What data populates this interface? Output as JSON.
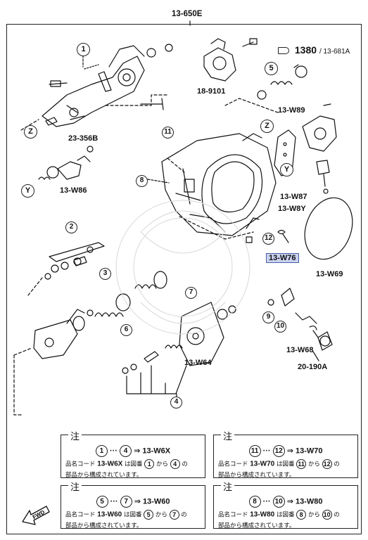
{
  "header": {
    "main_part": "13-650E"
  },
  "ref": {
    "icon": "hose-clamp-icon",
    "number": "1380",
    "sub": "/ 13-681A"
  },
  "part_labels": {
    "p18_9101": "18-9101",
    "p23_356b": "23-356B",
    "p13_w86": "13-W86",
    "p13_w89": "13-W89",
    "p13_w87": "13-W87",
    "p13_w8y": "13-W8Y",
    "p13_w76": "13-W76",
    "p13_w69": "13-W69",
    "p13_w64": "13-W64",
    "p13_w68": "13-W68",
    "p20_190a": "20-190A"
  },
  "callouts": {
    "c1": "1",
    "c2": "2",
    "c3": "3",
    "c4": "4",
    "c5": "5",
    "c6": "6",
    "c7": "7",
    "c8": "8",
    "c9": "9",
    "c10": "10",
    "c11": "11",
    "c12": "12",
    "z1": "Z",
    "z2": "Z",
    "y1": "Y",
    "y2": "Y"
  },
  "notes": [
    {
      "title": "注",
      "from": "1",
      "to": "4",
      "code": "13-W6X",
      "line2_a": "品名コード",
      "line2_b": "は図番",
      "line2_c": "から",
      "line2_d": "の",
      "line3": "部品から構成されています。",
      "dots": "···",
      "arrow": "⇒"
    },
    {
      "title": "注",
      "from": "11",
      "to": "12",
      "code": "13-W70",
      "line2_a": "品名コード",
      "line2_b": "は図番",
      "line2_c": "から",
      "line2_d": "の",
      "line3": "部品から構成されています。",
      "dots": "···",
      "arrow": "⇒"
    },
    {
      "title": "注",
      "from": "5",
      "to": "7",
      "code": "13-W60",
      "line2_a": "品名コード",
      "line2_b": "は図番",
      "line2_c": "から",
      "line2_d": "の",
      "line3": "部品から構成されています。",
      "dots": "···",
      "arrow": "⇒"
    },
    {
      "title": "注",
      "from": "8",
      "to": "10",
      "code": "13-W80",
      "line2_a": "品名コード",
      "line2_b": "は図番",
      "line2_c": "から",
      "line2_d": "の",
      "line3": "部品から構成されています。",
      "dots": "···",
      "arrow": "⇒"
    }
  ],
  "fwd": {
    "label": "FWD",
    "icon": "fwd-arrow-icon"
  },
  "colors": {
    "ink": "#111111",
    "highlight": "#c9d2ef",
    "highlight_border": "#4b5ca8"
  }
}
